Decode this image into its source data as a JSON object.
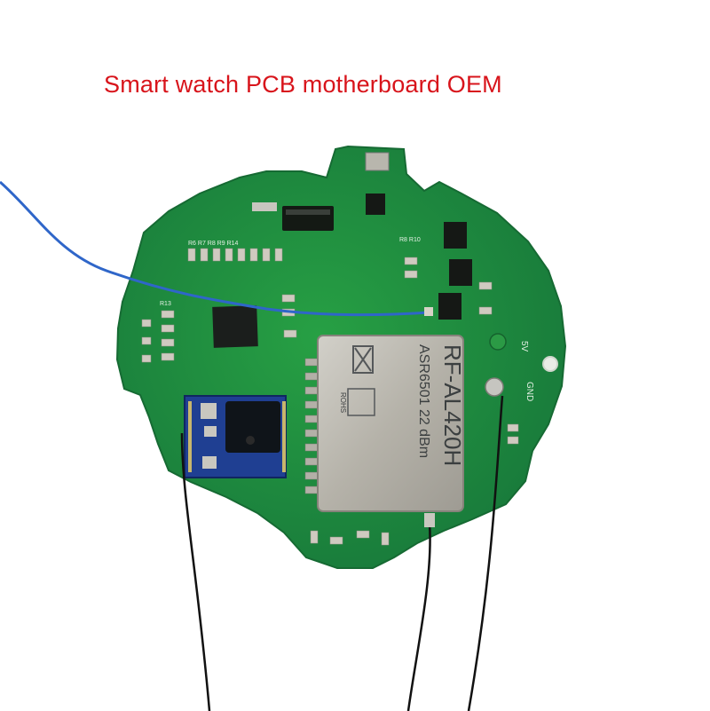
{
  "caption": "Smart watch PCB motherboard OEM",
  "module": {
    "line1": "RF-AL420H",
    "line2": "ASR6501  22 dBm",
    "mark": "ROHS"
  },
  "pads": {
    "power": "5V",
    "ground": "GND"
  },
  "colors": {
    "caption": "#d8141b",
    "pcb": "#1f8a3a",
    "shield": "#b9b6ad",
    "wire_blue": "#2f66c9",
    "wire_black": "#111111"
  }
}
